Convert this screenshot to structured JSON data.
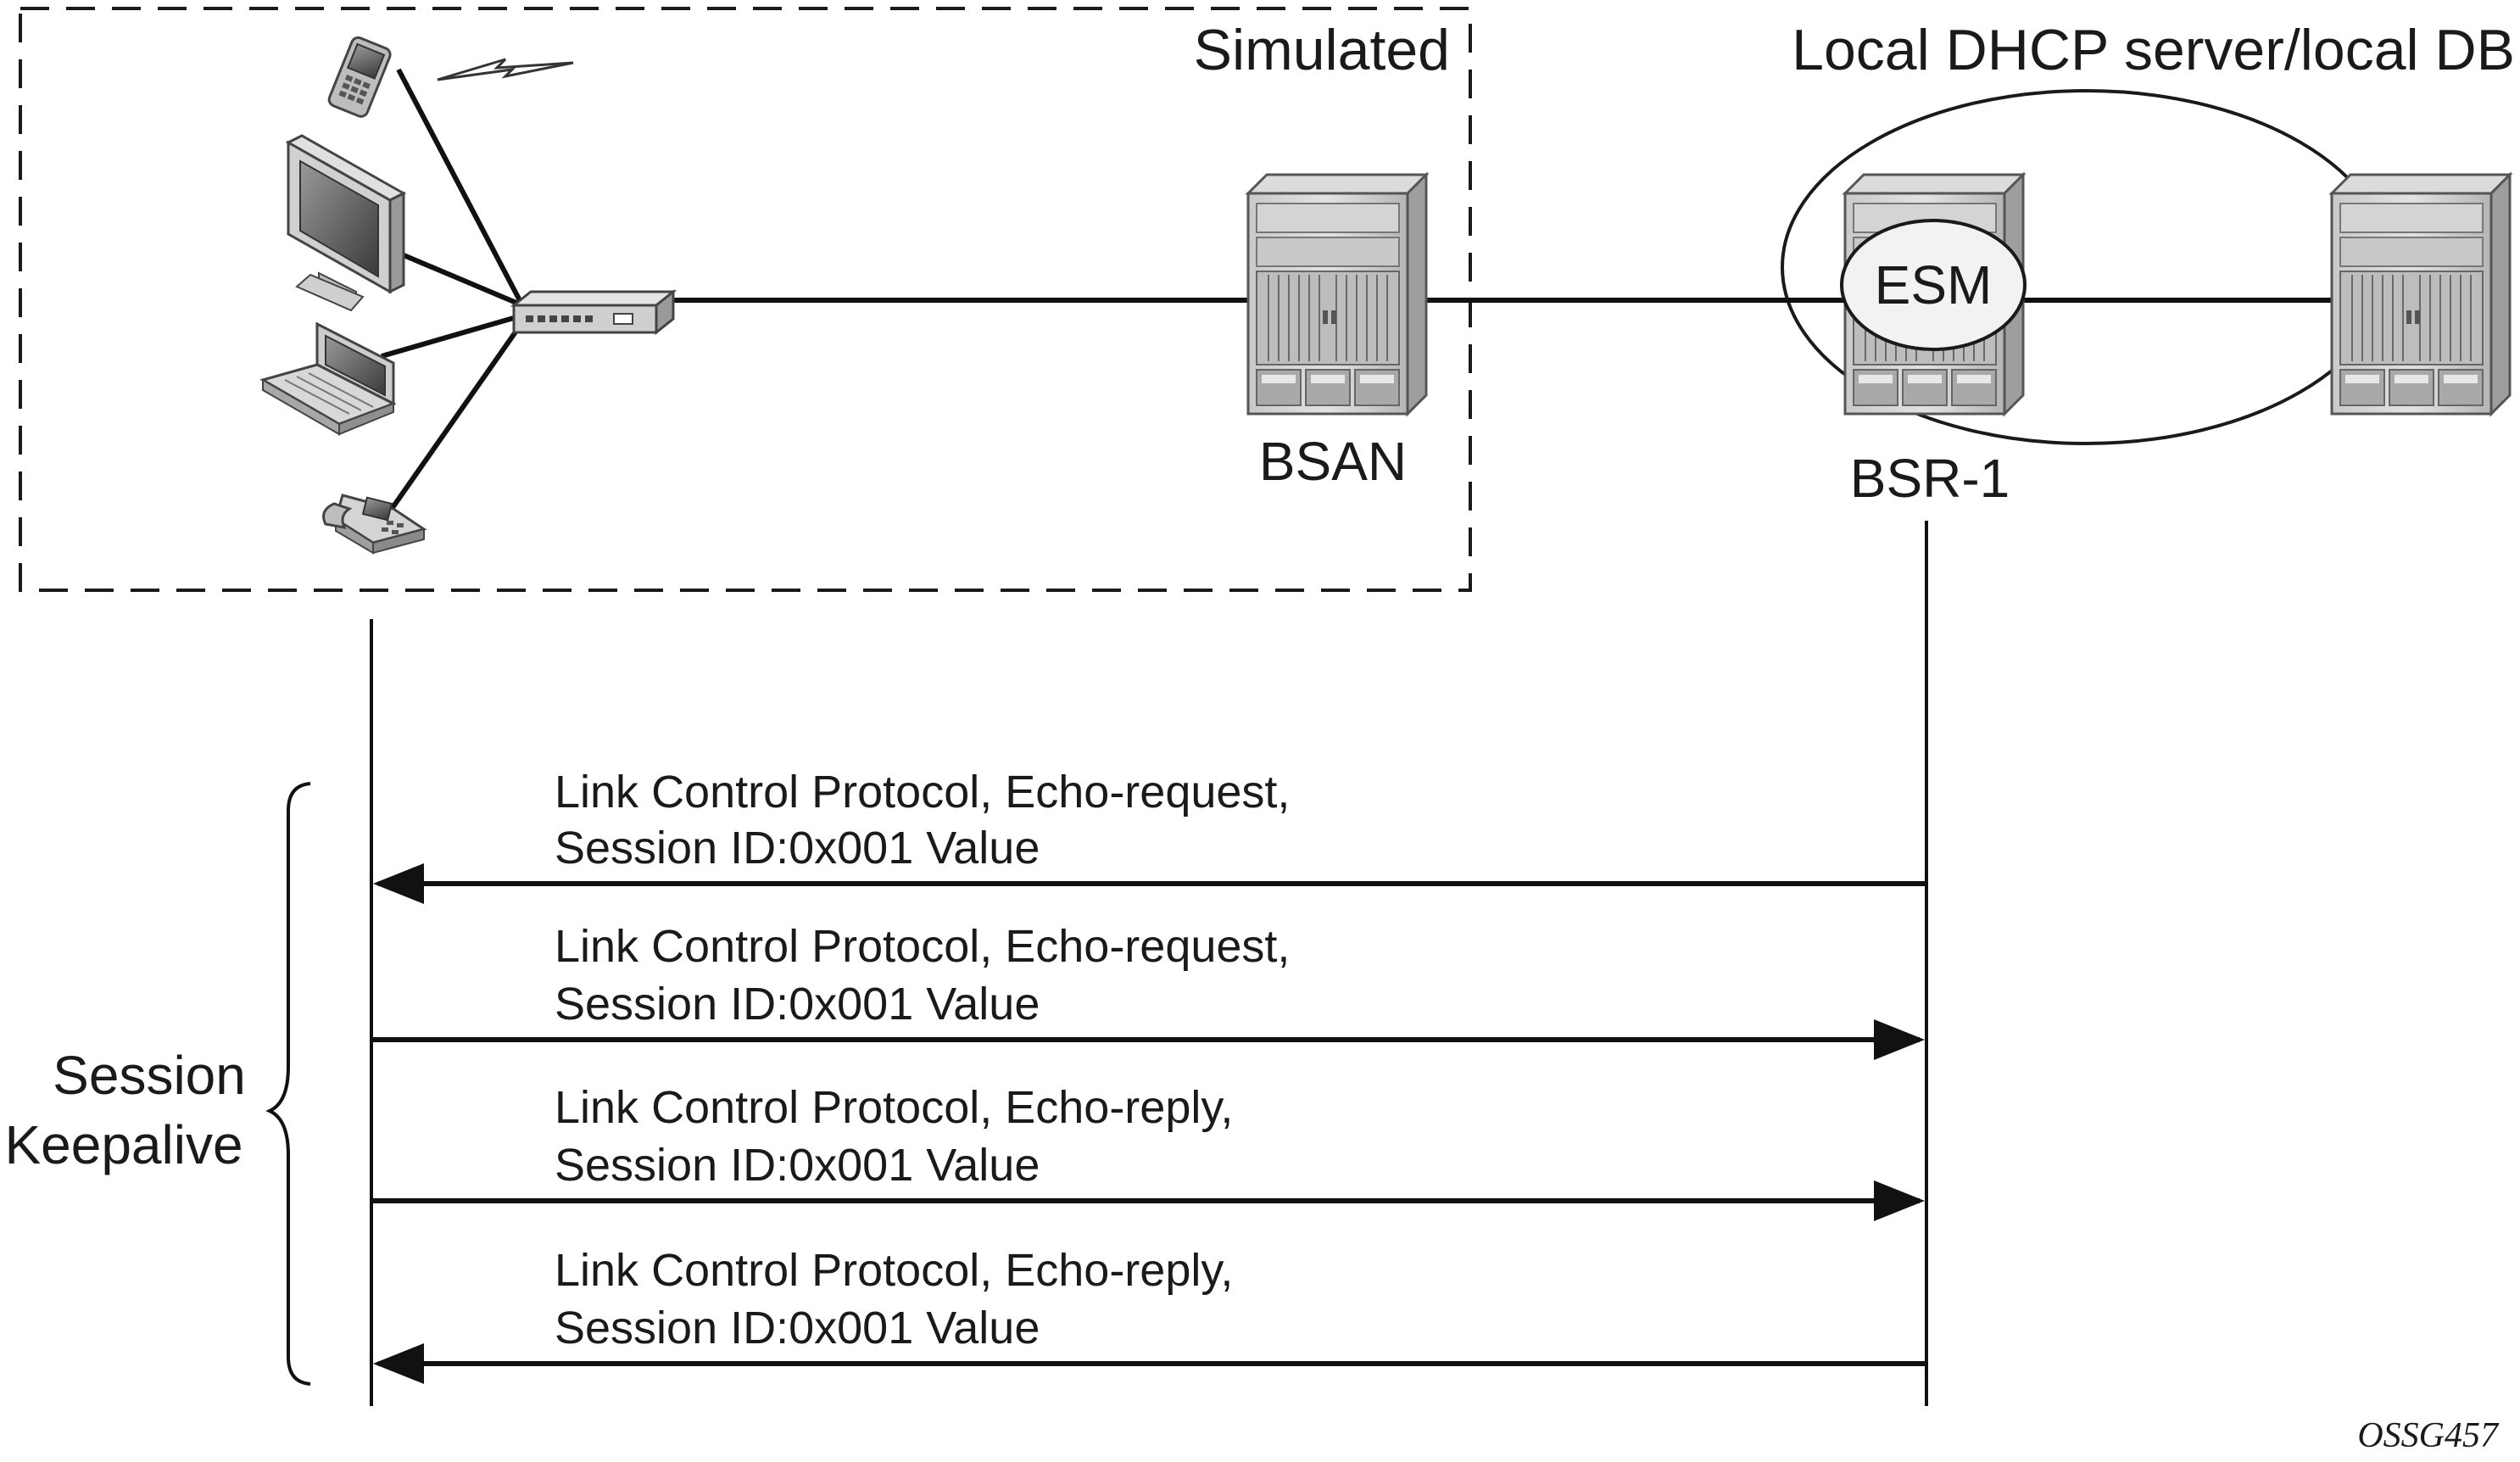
{
  "simulated_region": {
    "label": "Simulated"
  },
  "server_region": {
    "label": "Local DHCP server/local DB"
  },
  "nodes": {
    "bsan": {
      "label": "BSAN"
    },
    "bsr": {
      "label": "BSR-1"
    },
    "esm": {
      "label": "ESM"
    }
  },
  "bracket": {
    "line1": "Session",
    "line2": "Keepalive"
  },
  "messages": [
    {
      "line1": "Link Control Protocol, Echo-request,",
      "line2": "Session ID:0x001 Value",
      "direction": "to-client"
    },
    {
      "line1": "Link Control Protocol, Echo-request,",
      "line2": "Session ID:0x001 Value",
      "direction": "to-bsr"
    },
    {
      "line1": "Link Control Protocol, Echo-reply,",
      "line2": "Session ID:0x001 Value",
      "direction": "to-bsr"
    },
    {
      "line1": "Link Control Protocol, Echo-reply,",
      "line2": "Session ID:0x001 Value",
      "direction": "to-client"
    }
  ],
  "figure_id": "OSSG457",
  "icons": [
    "mobile-phone-icon",
    "wireless-signal-icon",
    "desktop-monitor-icon",
    "laptop-icon",
    "desk-phone-icon",
    "switch-icon",
    "bsan-chassis-icon",
    "bsr-chassis-icon",
    "server-chassis-icon"
  ]
}
